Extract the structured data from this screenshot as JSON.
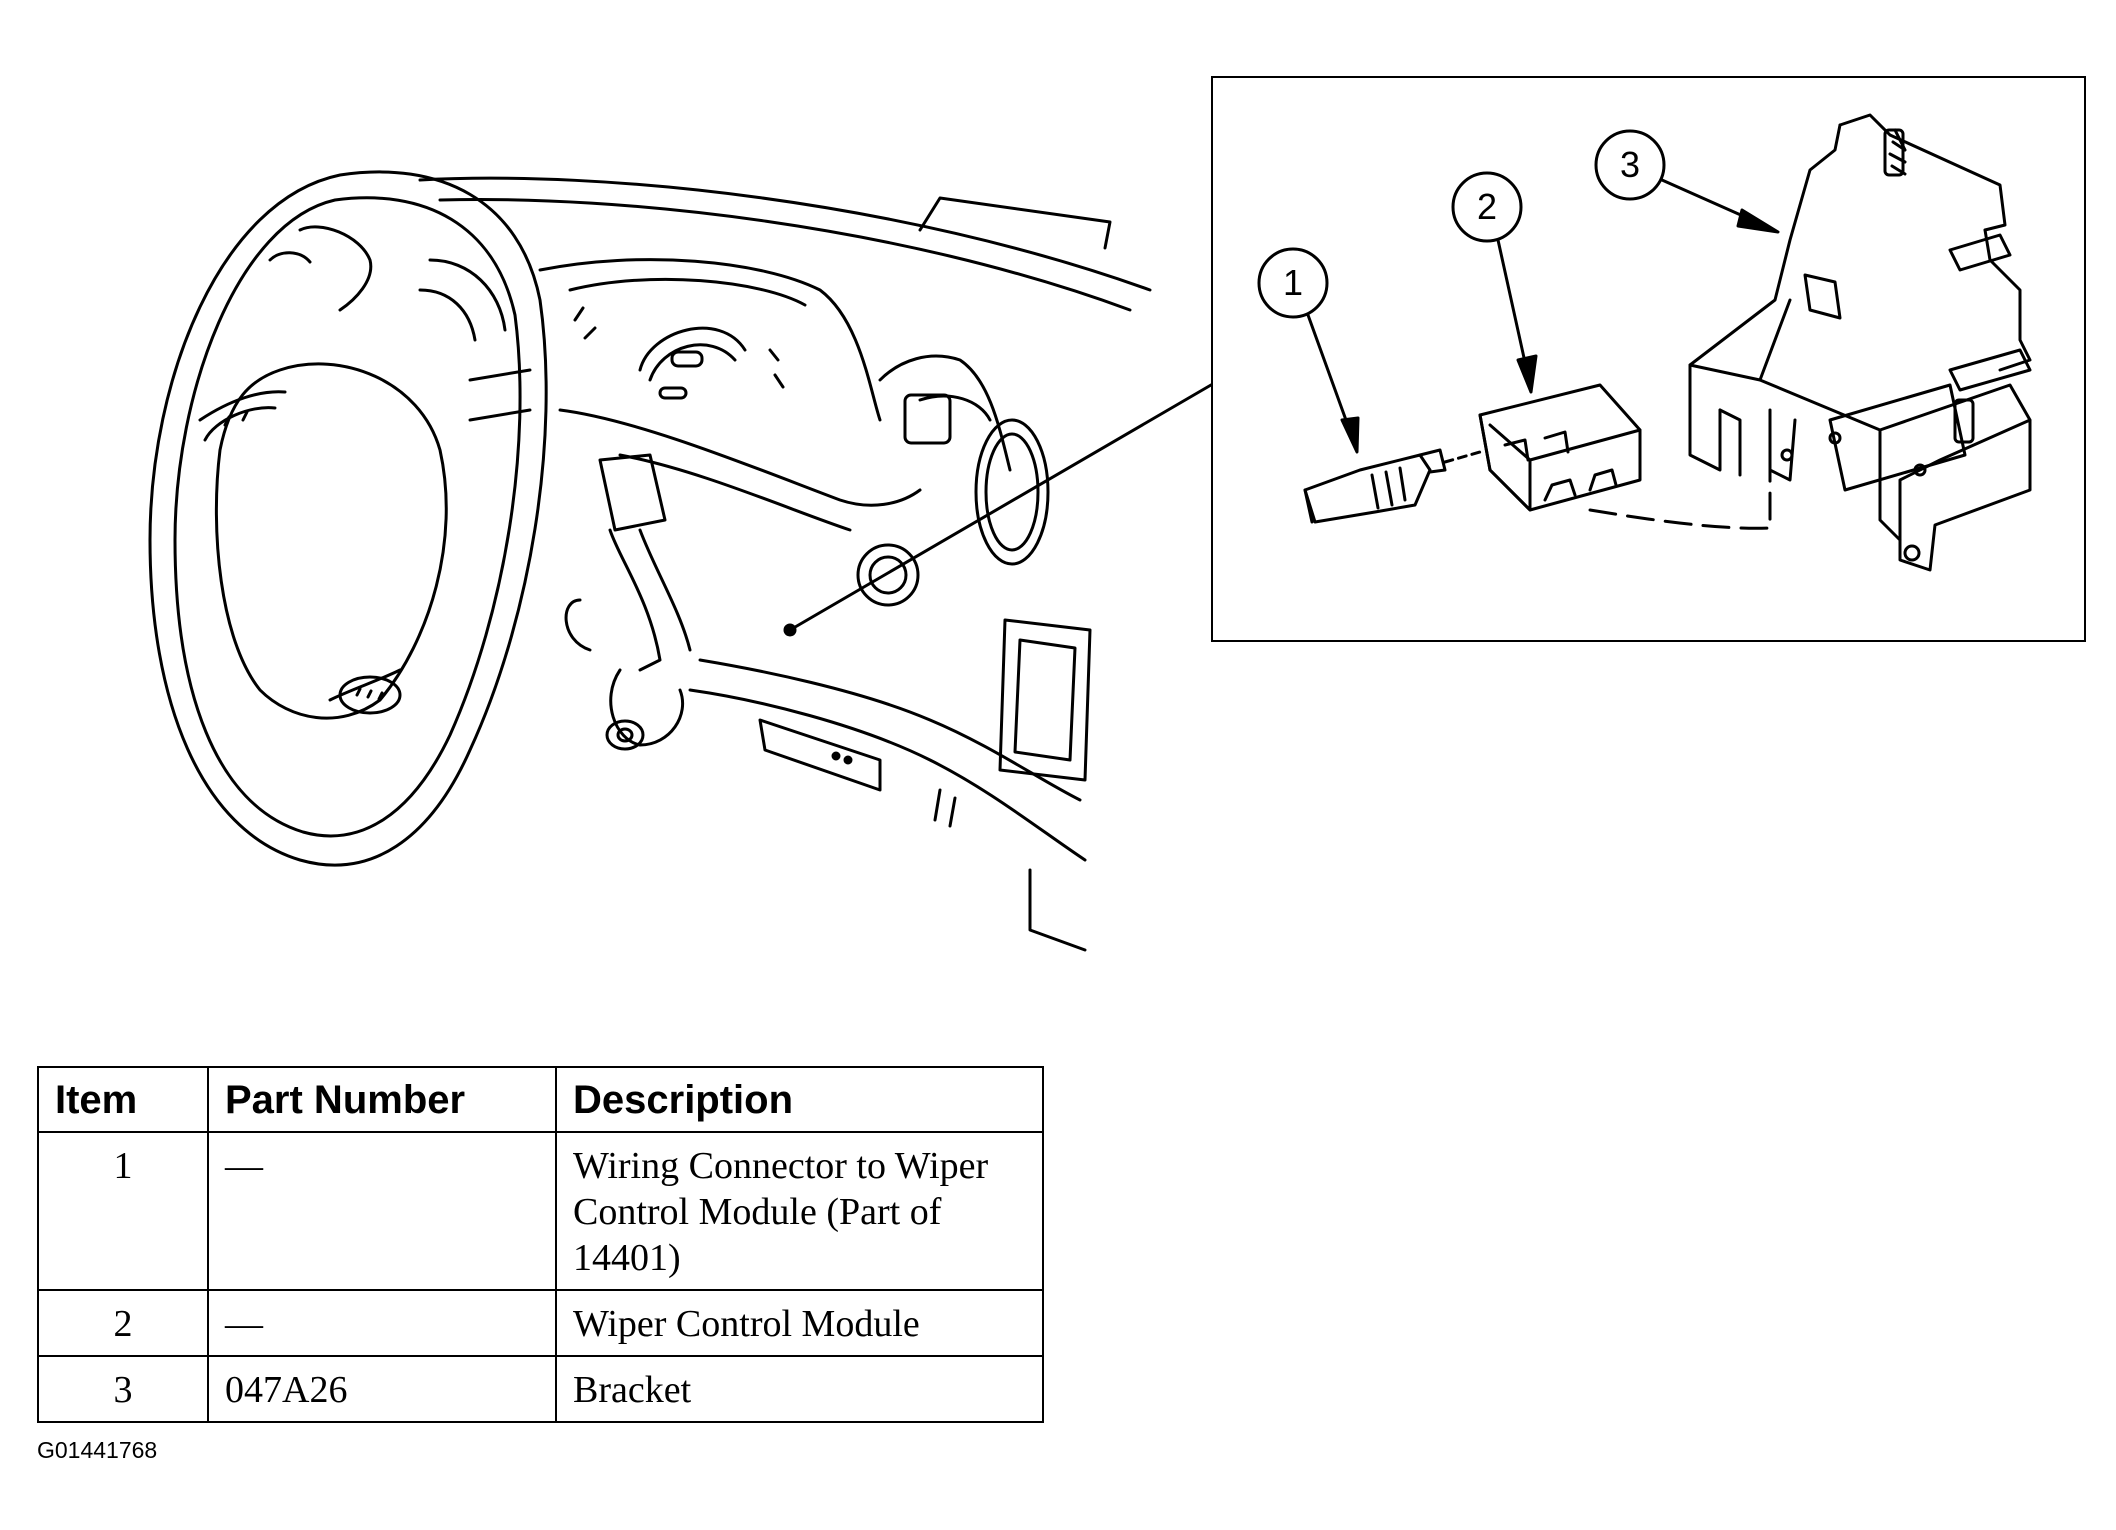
{
  "callouts": [
    {
      "number": "1"
    },
    {
      "number": "2"
    },
    {
      "number": "3"
    }
  ],
  "table": {
    "headers": [
      "Item",
      "Part Number",
      "Description"
    ],
    "rows": [
      {
        "item": "1",
        "part_number": "—",
        "description": "Wiring Connector to Wiper Control Module (Part of 14401)"
      },
      {
        "item": "2",
        "part_number": "—",
        "description": "Wiper Control Module"
      },
      {
        "item": "3",
        "part_number": "047A26",
        "description": "Bracket"
      }
    ]
  },
  "figure_id": "G01441768"
}
